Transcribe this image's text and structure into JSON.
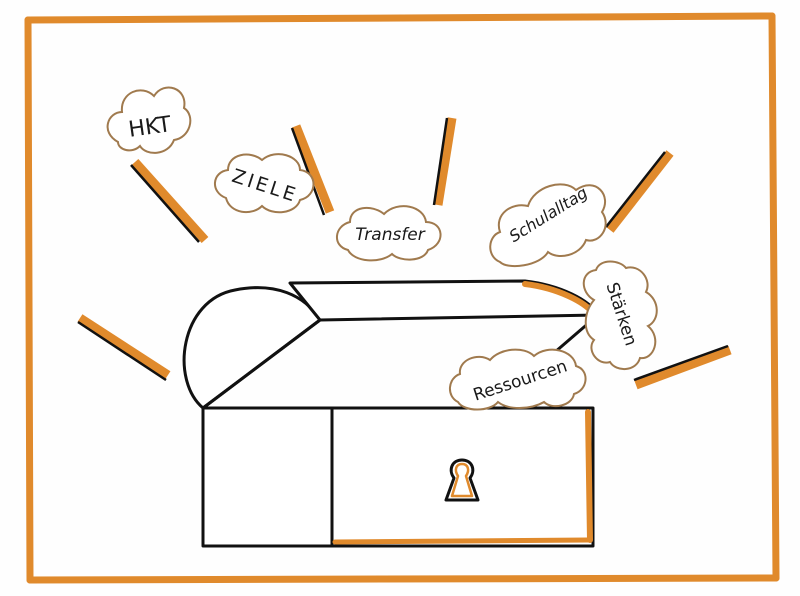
{
  "colors": {
    "frame": "#e08a2c",
    "ink": "#111111",
    "cloud": "#a07a4e",
    "paper": "#ffffff"
  },
  "clouds": {
    "hkt": "HKT",
    "ziele": "ZIELE",
    "transfer": "Transfer",
    "schulalltag": "Schulalltag",
    "staerken": "Stärken",
    "ressourcen": "Ressourcen"
  }
}
